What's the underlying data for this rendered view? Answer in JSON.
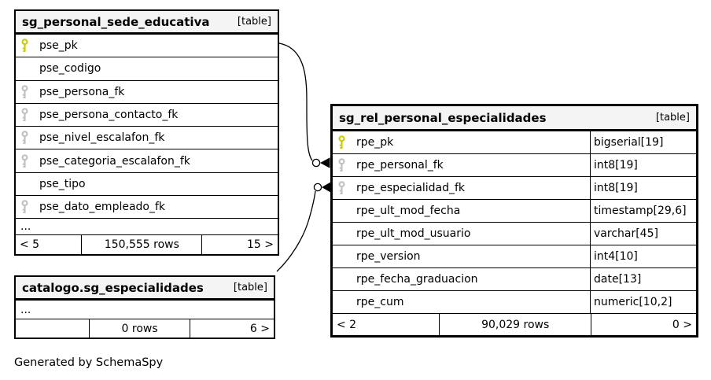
{
  "diagram": {
    "generator_note": "Generated by SchemaSpy",
    "colors": {
      "primary_key": "#cccc00",
      "foreign_key": "#c0c0c0",
      "header_bg": "#f4f4f4",
      "border": "#000000"
    },
    "tables": [
      {
        "name": "sg_personal_sede_educativa",
        "tag": "[table]",
        "columns": [
          {
            "name": "pse_pk",
            "key": "pk",
            "type": ""
          },
          {
            "name": "pse_codigo",
            "key": "none",
            "type": ""
          },
          {
            "name": "pse_persona_fk",
            "key": "fk",
            "type": ""
          },
          {
            "name": "pse_persona_contacto_fk",
            "key": "fk",
            "type": ""
          },
          {
            "name": "pse_nivel_escalafon_fk",
            "key": "fk",
            "type": ""
          },
          {
            "name": "pse_categoria_escalafon_fk",
            "key": "fk",
            "type": ""
          },
          {
            "name": "pse_tipo",
            "key": "none",
            "type": ""
          },
          {
            "name": "pse_dato_empleado_fk",
            "key": "fk",
            "type": ""
          }
        ],
        "ellipsis": "...",
        "footer": {
          "left": "< 5",
          "center": "150,555 rows",
          "right": "15 >"
        }
      },
      {
        "name": "sg_rel_personal_especialidades",
        "tag": "[table]",
        "columns": [
          {
            "name": "rpe_pk",
            "key": "pk",
            "type": "bigserial[19]"
          },
          {
            "name": "rpe_personal_fk",
            "key": "fk",
            "type": "int8[19]"
          },
          {
            "name": "rpe_especialidad_fk",
            "key": "fk",
            "type": "int8[19]"
          },
          {
            "name": "rpe_ult_mod_fecha",
            "key": "none",
            "type": "timestamp[29,6]"
          },
          {
            "name": "rpe_ult_mod_usuario",
            "key": "none",
            "type": "varchar[45]"
          },
          {
            "name": "rpe_version",
            "key": "none",
            "type": "int4[10]"
          },
          {
            "name": "rpe_fecha_graduacion",
            "key": "none",
            "type": "date[13]"
          },
          {
            "name": "rpe_cum",
            "key": "none",
            "type": "numeric[10,2]"
          }
        ],
        "footer": {
          "left": "< 2",
          "center": "90,029 rows",
          "right": "0 >"
        }
      },
      {
        "name": "catalogo.sg_especialidades",
        "tag": "[table]",
        "columns": [],
        "ellipsis": "...",
        "footer": {
          "left": "",
          "center": "0 rows",
          "right": "6 >"
        }
      }
    ],
    "relationships": [
      {
        "from": "sg_personal_sede_educativa.pse_pk",
        "to": "sg_rel_personal_especialidades.rpe_personal_fk"
      },
      {
        "from": "catalogo.sg_especialidades",
        "to": "sg_rel_personal_especialidades.rpe_especialidad_fk"
      }
    ]
  }
}
